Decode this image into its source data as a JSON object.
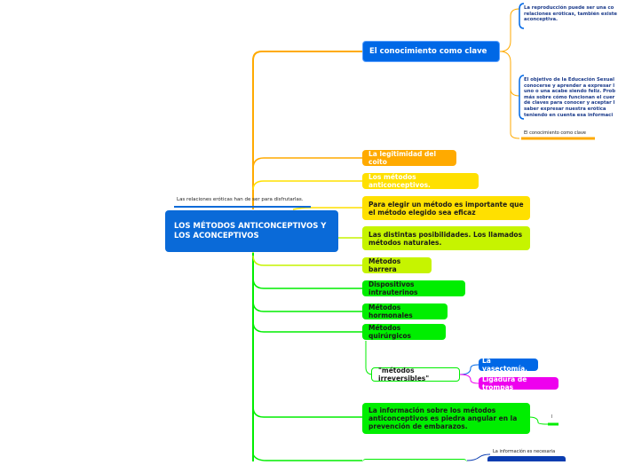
{
  "root": {
    "title": "LOS MÉTODOS ANTICONCEPTIVOS Y LOS ACONCEPTIVOS",
    "note": "Las relaciones eróticas han de ser para disfrutarlas."
  },
  "branches": {
    "conocimiento": "El conocimiento como clave",
    "legitimidad": "La legitimidad del coito",
    "metodos_anti": "Los métodos anticonceptivos.",
    "elegir": "Para elegir un método es importante que el método elegido sea eficaz",
    "posibilidades": "Las distintas posibilidades. Los llamados métodos naturales.",
    "barrera": "Métodos barrera",
    "diu": "Dispositivos intrauterinos",
    "hormonales": "Métodos hormonales",
    "quirurgicos": "Métodos quirúrgicos",
    "irreversibles": "\"métodos irreversibles\"",
    "vasectomia": "La vasectomía.",
    "ligadura": "Ligadura de trompas",
    "informacion": "La información sobre los métodos anticonceptivos es piedra angular en la prevención de embarazos.",
    "info_small": "l",
    "info_necesaria": "La información es necesaria"
  },
  "notes": {
    "reproduccion": "La reproducción puede ser una co relaciones eróticas, también existe aconceptiva.",
    "objetivo": "El objetivo de la Educación Sexual conocerse y aprender a expresar l uno o una acabe siendo feliz. Prob más sobre cómo funcionan el cuer dé claves para conocer y aceptar l saber expresar nuestra erótica teniendo en cuenta esa informaci",
    "conocimiento_label": "El conocimiento como clave"
  },
  "colors": {
    "root": "#0a6ad8",
    "orange": "#ffaa00",
    "yellow": "#ffe000",
    "lime": "#c6f400",
    "green": "#00ee00",
    "blue_branch": "#0068e6",
    "magenta": "#ee00ee",
    "dark_blue": "#0a3cb0"
  }
}
